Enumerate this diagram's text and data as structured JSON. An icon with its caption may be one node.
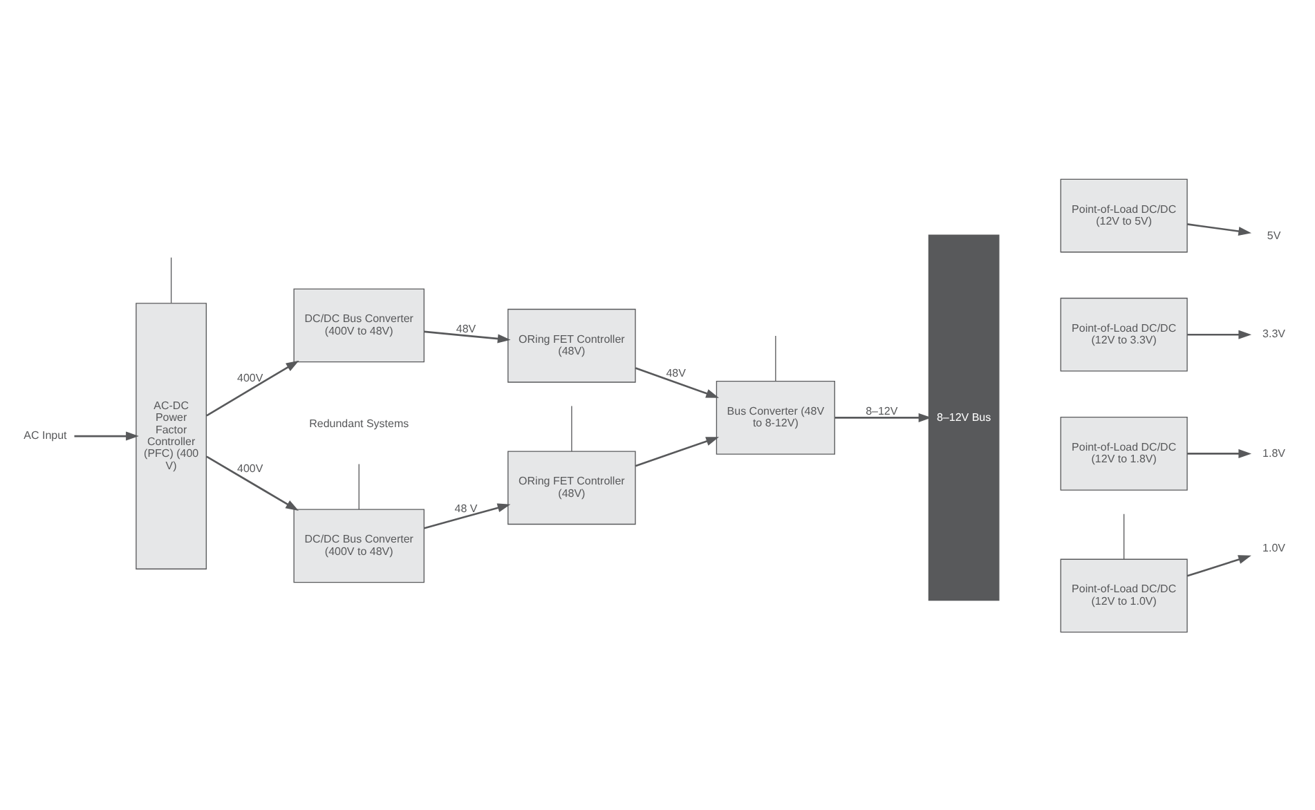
{
  "diagram": {
    "nodes": [
      {
        "text": [
          "AC Input"
        ]
      },
      {
        "text": [
          "AC-DC Power Factor Controller (PFC) (400 V)"
        ]
      },
      {
        "text": [
          "DC/DC Bus Converter (400V to 48V)"
        ]
      },
      {
        "text": [
          "ORing FET Controller (48V)"
        ]
      },
      {
        "text": [
          "DC/DC Bus Converter (400V to 48V)"
        ]
      },
      {
        "text": [
          "ORing FET Controller (48V)"
        ]
      },
      {
        "text": [
          "Bus Converter (48V to 8-12V)"
        ]
      },
      {
        "text": [
          "8–12V Bus"
        ]
      },
      {
        "text": [
          "Point-of-Load DC/DC (12V to 5V)"
        ]
      },
      {
        "text": [
          "Point-of-Load DC/DC (12V to 3.3V)"
        ]
      },
      {
        "text": [
          "Point-of-Load DC/DC (12V to 1.8V)"
        ]
      },
      {
        "text": [
          "Point-of-Load DC/DC (12V to 1.0V)"
        ]
      },
      {
        "text": [
          "5V"
        ]
      },
      {
        "text": [
          "3.3V"
        ]
      },
      {
        "text": [
          "1.8V"
        ]
      },
      {
        "text": [
          "1.0V"
        ]
      }
    ],
    "edges": [
      {
        "from": 0,
        "to": 1,
        "arrow": "to"
      },
      {
        "from": 1,
        "to": 2,
        "arrow": "to",
        "label": "400V"
      },
      {
        "from": 1,
        "to": 4,
        "arrow": "to",
        "label": "400V"
      },
      {
        "from": 2,
        "to": 3,
        "arrow": "to",
        "label": "48V"
      },
      {
        "from": 4,
        "to": 5,
        "arrow": "to",
        "label": "48 V"
      },
      {
        "from": 3,
        "to": 6,
        "arrow": "to",
        "label": "48V"
      },
      {
        "from": 5,
        "to": 6,
        "arrow": "to"
      },
      {
        "from": 6,
        "to": 7,
        "arrow": "to",
        "label": "8–12V"
      },
      {
        "from": 8,
        "to": 12,
        "arrow": "to"
      },
      {
        "from": 9,
        "to": 13,
        "arrow": "to"
      },
      {
        "from": 10,
        "to": 14,
        "arrow": "to"
      },
      {
        "from": 11,
        "to": 15,
        "arrow": "to"
      },
      {
        "from": null,
        "to": 1,
        "arrow": "none"
      },
      {
        "from": null,
        "to": 4,
        "arrow": "none"
      },
      {
        "from": null,
        "to": 5,
        "arrow": "none"
      },
      {
        "from": null,
        "to": 6,
        "arrow": "none"
      },
      {
        "from": null,
        "to": 11,
        "arrow": "none"
      }
    ],
    "labels": [
      "Redundant Systems"
    ]
  }
}
